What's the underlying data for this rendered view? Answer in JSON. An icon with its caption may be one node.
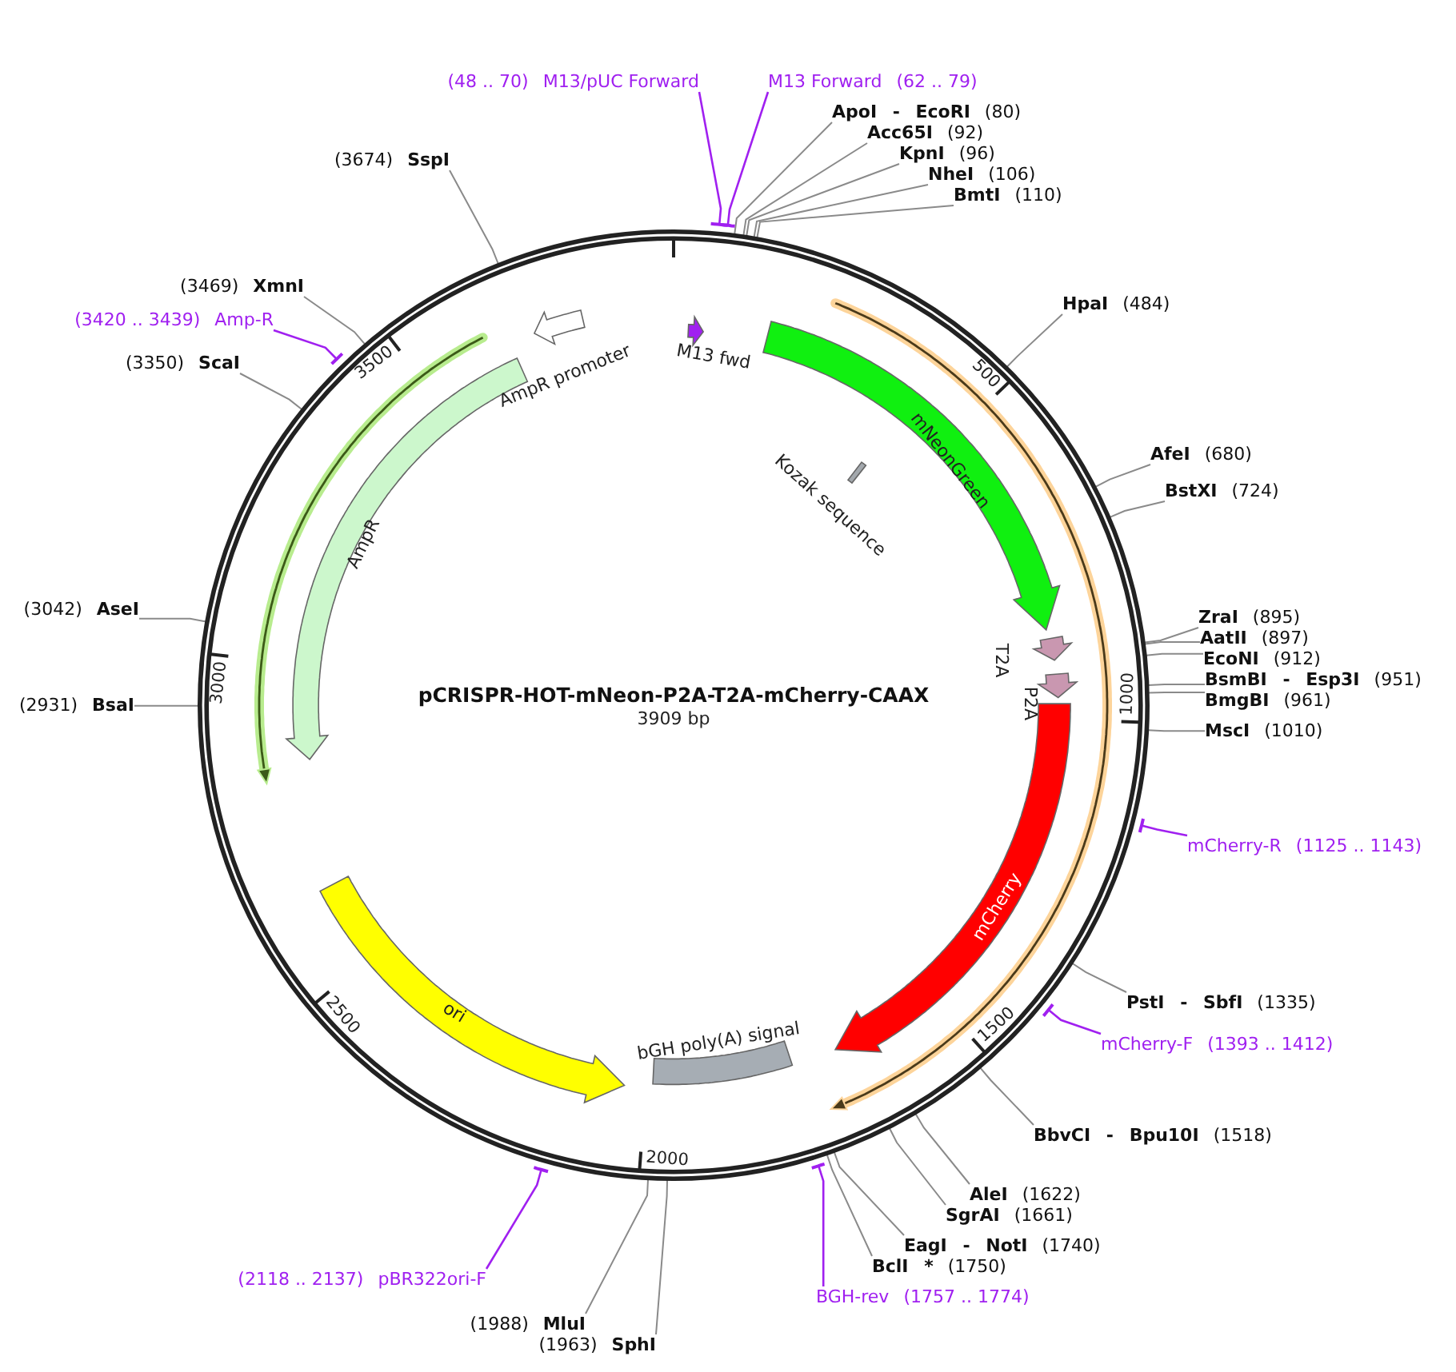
{
  "diagram": {
    "title": "pCRISPR-HOT-mNeon-P2A-T2A-mCherry-CAAX",
    "nodes": [
      {
        "text": [],
        "shape": "circle"
      },
      {
        "text": [
          "M13 fwd"
        ],
        "in": 0
      },
      {
        "text": [
          "mNeonGreen"
        ],
        "in": 0
      },
      {
        "text": [
          "Kozak sequence"
        ],
        "in": 0
      },
      {
        "text": [
          "T2A"
        ],
        "in": 0
      },
      {
        "text": [
          "P2A"
        ],
        "in": 0
      },
      {
        "text": [
          "mCherry"
        ],
        "in": 0
      },
      {
        "text": [
          "bGH poly(A) signal"
        ],
        "in": 0
      },
      {
        "text": [
          "ori"
        ],
        "in": 0
      },
      {
        "text": [
          "AmpR"
        ],
        "in": 0
      },
      {
        "text": [
          "AmpR promoter"
        ],
        "in": 0
      },
      {
        "text": [
          "(48 .. 70)",
          "M13/pUC Forward"
        ]
      },
      {
        "text": [
          "M13 Forward",
          "(62 .. 79)"
        ]
      },
      {
        "text": [
          "ApoI - EcoRI",
          "(80)"
        ]
      },
      {
        "text": [
          "Acc65I",
          "(92)"
        ]
      },
      {
        "text": [
          "KpnI",
          "(96)"
        ]
      },
      {
        "text": [
          "NheI",
          "(106)"
        ]
      },
      {
        "text": [
          "BmtI",
          "(110)"
        ]
      },
      {
        "text": [
          "HpaI",
          "(484)"
        ]
      },
      {
        "text": [
          "AfeI",
          "(680)"
        ]
      },
      {
        "text": [
          "BstXI",
          "(724)"
        ]
      },
      {
        "text": [
          "ZraI",
          "(895)"
        ]
      },
      {
        "text": [
          "AatII",
          "(897)"
        ]
      },
      {
        "text": [
          "EcoNI",
          "(912)"
        ]
      },
      {
        "text": [
          "BsmBI - Esp3I",
          "(951)"
        ]
      },
      {
        "text": [
          "BmgBI",
          "(961)"
        ]
      },
      {
        "text": [
          "MscI",
          "(1010)"
        ]
      },
      {
        "text": [
          "mCherry-R",
          "(1125 .. 1143)"
        ]
      },
      {
        "text": [
          "PstI - SbfI",
          "(1335)"
        ]
      },
      {
        "text": [
          "mCherry-F",
          "(1393 .. 1412)"
        ]
      },
      {
        "text": [
          "BbvCI - Bpu10I",
          "(1518)"
        ]
      },
      {
        "text": [
          "AleI",
          "(1622)"
        ]
      },
      {
        "text": [
          "SgrAI",
          "(1661)"
        ]
      },
      {
        "text": [
          "EagI - NotI",
          "(1740)"
        ]
      },
      {
        "text": [
          "BclI *",
          "(1750)"
        ]
      },
      {
        "text": [
          "BGH-rev",
          "(1757 .. 1774)"
        ]
      },
      {
        "text": [
          "(1963)",
          "SphI"
        ]
      },
      {
        "text": [
          "(1988)",
          "MluI"
        ]
      },
      {
        "text": [
          "(2118 .. 2137)",
          "pBR322ori-F"
        ]
      },
      {
        "text": [
          "(2931)",
          "BsaI"
        ]
      },
      {
        "text": [
          "(3042)",
          "AseI"
        ]
      },
      {
        "text": [
          "(3350)",
          "ScaI"
        ]
      },
      {
        "text": [
          "(3420 .. 3439)",
          "Amp-R"
        ]
      },
      {
        "text": [
          "(3469)",
          "XmnI"
        ]
      },
      {
        "text": [
          "(3674)",
          "SspI"
        ]
      }
    ],
    "edges": [
      {
        "from": 11,
        "to": 0,
        "arrow": "none",
        "color": "#a020f0"
      },
      {
        "from": 12,
        "to": 0,
        "arrow": "none",
        "color": "#a020f0"
      },
      {
        "from": 13,
        "to": 0,
        "arrow": "none"
      },
      {
        "from": 14,
        "to": 0,
        "arrow": "none"
      },
      {
        "from": 15,
        "to": 0,
        "arrow": "none"
      },
      {
        "from": 16,
        "to": 0,
        "arrow": "none"
      },
      {
        "from": 17,
        "to": 0,
        "arrow": "none"
      },
      {
        "from": 18,
        "to": 0,
        "arrow": "none"
      },
      {
        "from": 19,
        "to": 0,
        "arrow": "none"
      },
      {
        "from": 20,
        "to": 0,
        "arrow": "none"
      },
      {
        "from": 21,
        "to": 0,
        "arrow": "none"
      },
      {
        "from": 22,
        "to": 0,
        "arrow": "none"
      },
      {
        "from": 23,
        "to": 0,
        "arrow": "none"
      },
      {
        "from": 24,
        "to": 0,
        "arrow": "none"
      },
      {
        "from": 25,
        "to": 0,
        "arrow": "none"
      },
      {
        "from": 26,
        "to": 0,
        "arrow": "none"
      },
      {
        "from": 27,
        "to": 0,
        "arrow": "none",
        "color": "#a020f0"
      },
      {
        "from": 28,
        "to": 0,
        "arrow": "none"
      },
      {
        "from": 29,
        "to": 0,
        "arrow": "none",
        "color": "#a020f0"
      },
      {
        "from": 30,
        "to": 0,
        "arrow": "none"
      },
      {
        "from": 31,
        "to": 0,
        "arrow": "none"
      },
      {
        "from": 32,
        "to": 0,
        "arrow": "none"
      },
      {
        "from": 33,
        "to": 0,
        "arrow": "none"
      },
      {
        "from": 34,
        "to": 0,
        "arrow": "none"
      },
      {
        "from": 35,
        "to": 0,
        "arrow": "none",
        "color": "#a020f0"
      },
      {
        "from": 36,
        "to": 0,
        "arrow": "none"
      },
      {
        "from": 37,
        "to": 0,
        "arrow": "none"
      },
      {
        "from": 38,
        "to": 0,
        "arrow": "none",
        "color": "#a020f0"
      },
      {
        "from": 39,
        "to": 0,
        "arrow": "none"
      },
      {
        "from": 40,
        "to": 0,
        "arrow": "none"
      },
      {
        "from": 41,
        "to": 0,
        "arrow": "none"
      },
      {
        "from": 42,
        "to": 0,
        "arrow": "none",
        "color": "#a020f0"
      },
      {
        "from": 43,
        "to": 0,
        "arrow": "none"
      },
      {
        "from": 44,
        "to": 0,
        "arrow": "none"
      }
    ],
    "labels": [
      "3909 bp",
      "500",
      "1000",
      "1500",
      "2000",
      "2500",
      "3000",
      "3500"
    ]
  }
}
